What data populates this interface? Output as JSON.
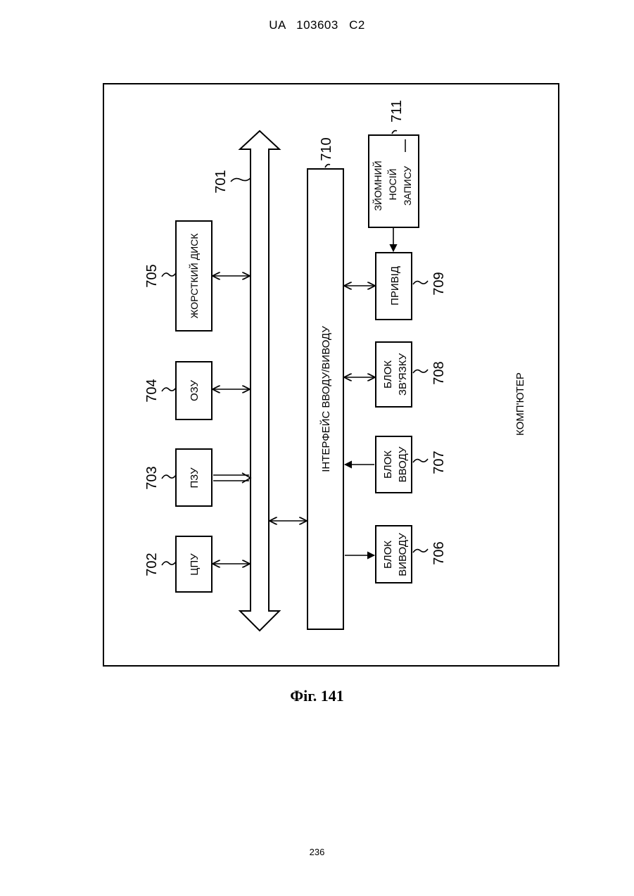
{
  "header": {
    "country": "UA",
    "number": "103603",
    "kind": "C2"
  },
  "figure_caption": "Фіг. 141",
  "page_number": "236",
  "diagram": {
    "title": "КОМП'ЮТЕР",
    "bus_ref": "701",
    "blocks": {
      "cpu": {
        "label": "ЦПУ",
        "ref": "702"
      },
      "rom": {
        "label": "ПЗУ",
        "ref": "703"
      },
      "ram": {
        "label": "ОЗУ",
        "ref": "704"
      },
      "hdd": {
        "label": "ЖОРСТКИЙ ДИСК",
        "ref": "705"
      },
      "io": {
        "label": "ІНТЕРФЕЙС ВВОДУ/ВИВОДУ",
        "ref": "710"
      },
      "out": {
        "line1": "БЛОК",
        "line2": "ВИВОДУ",
        "ref": "706"
      },
      "inp": {
        "line1": "БЛОК",
        "line2": "ВВОДУ",
        "ref": "707"
      },
      "comm": {
        "line1": "БЛОК",
        "line2": "ЗВ'ЯЗКУ",
        "ref": "708"
      },
      "drive": {
        "label": "ПРИВІД",
        "ref": "709"
      },
      "media": {
        "line1": "ЗЙОМНИЙ",
        "line2": "НОСІЙ",
        "line3": "ЗАПИСУ",
        "ref": "711"
      }
    }
  }
}
